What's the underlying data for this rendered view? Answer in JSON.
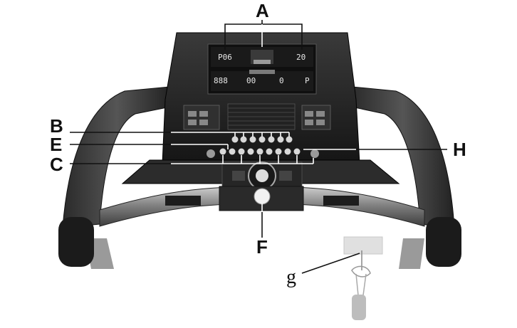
{
  "diagram": {
    "callouts": {
      "a": "A",
      "b": "B",
      "e": "E",
      "c": "C",
      "h": "H",
      "f": "F",
      "g": "g"
    },
    "display": {
      "left_readout": "P06",
      "right_readout": "20",
      "lower_left": "888",
      "lower_mid": "00",
      "lower_center": "0",
      "lower_right": "P"
    },
    "colors": {
      "frame_dark": "#2b2b2b",
      "console_dark": "#1c1c1c",
      "handlebar": "#8c8c8c",
      "key_white": "#f2f2f2"
    }
  }
}
